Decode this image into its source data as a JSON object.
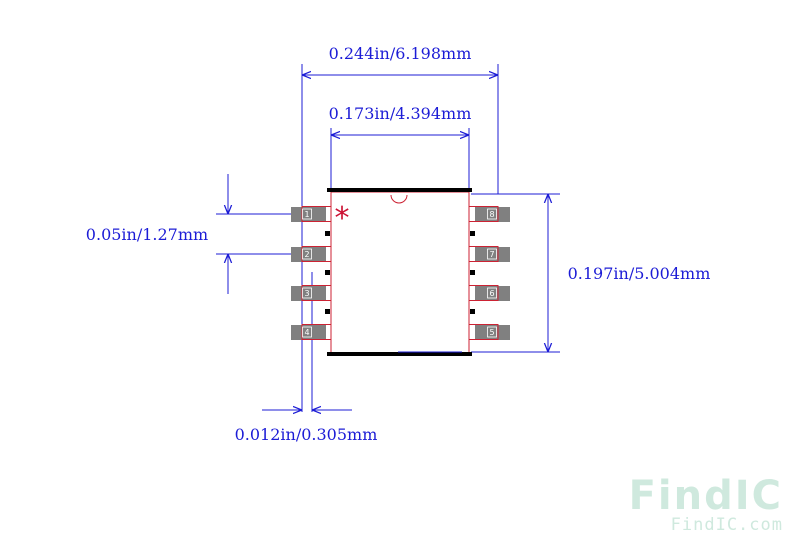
{
  "dimensions": {
    "overall_width": "0.244in/6.198mm",
    "body_width": "0.173in/4.394mm",
    "pitch": "0.05in/1.27mm",
    "body_length": "0.197in/5.004mm",
    "lead_width": "0.012in/0.305mm"
  },
  "pin1_marker": "*",
  "pins": {
    "left": [
      "1",
      "2",
      "3",
      "4"
    ],
    "right": [
      "8",
      "7",
      "6",
      "5"
    ]
  },
  "watermark": {
    "logo": "FindIC",
    "url": "FindIC.com"
  },
  "colors": {
    "dimension": "#1c1cd6",
    "outline": "#cc2233",
    "pad": "#808080",
    "marker": "#cc1133"
  }
}
